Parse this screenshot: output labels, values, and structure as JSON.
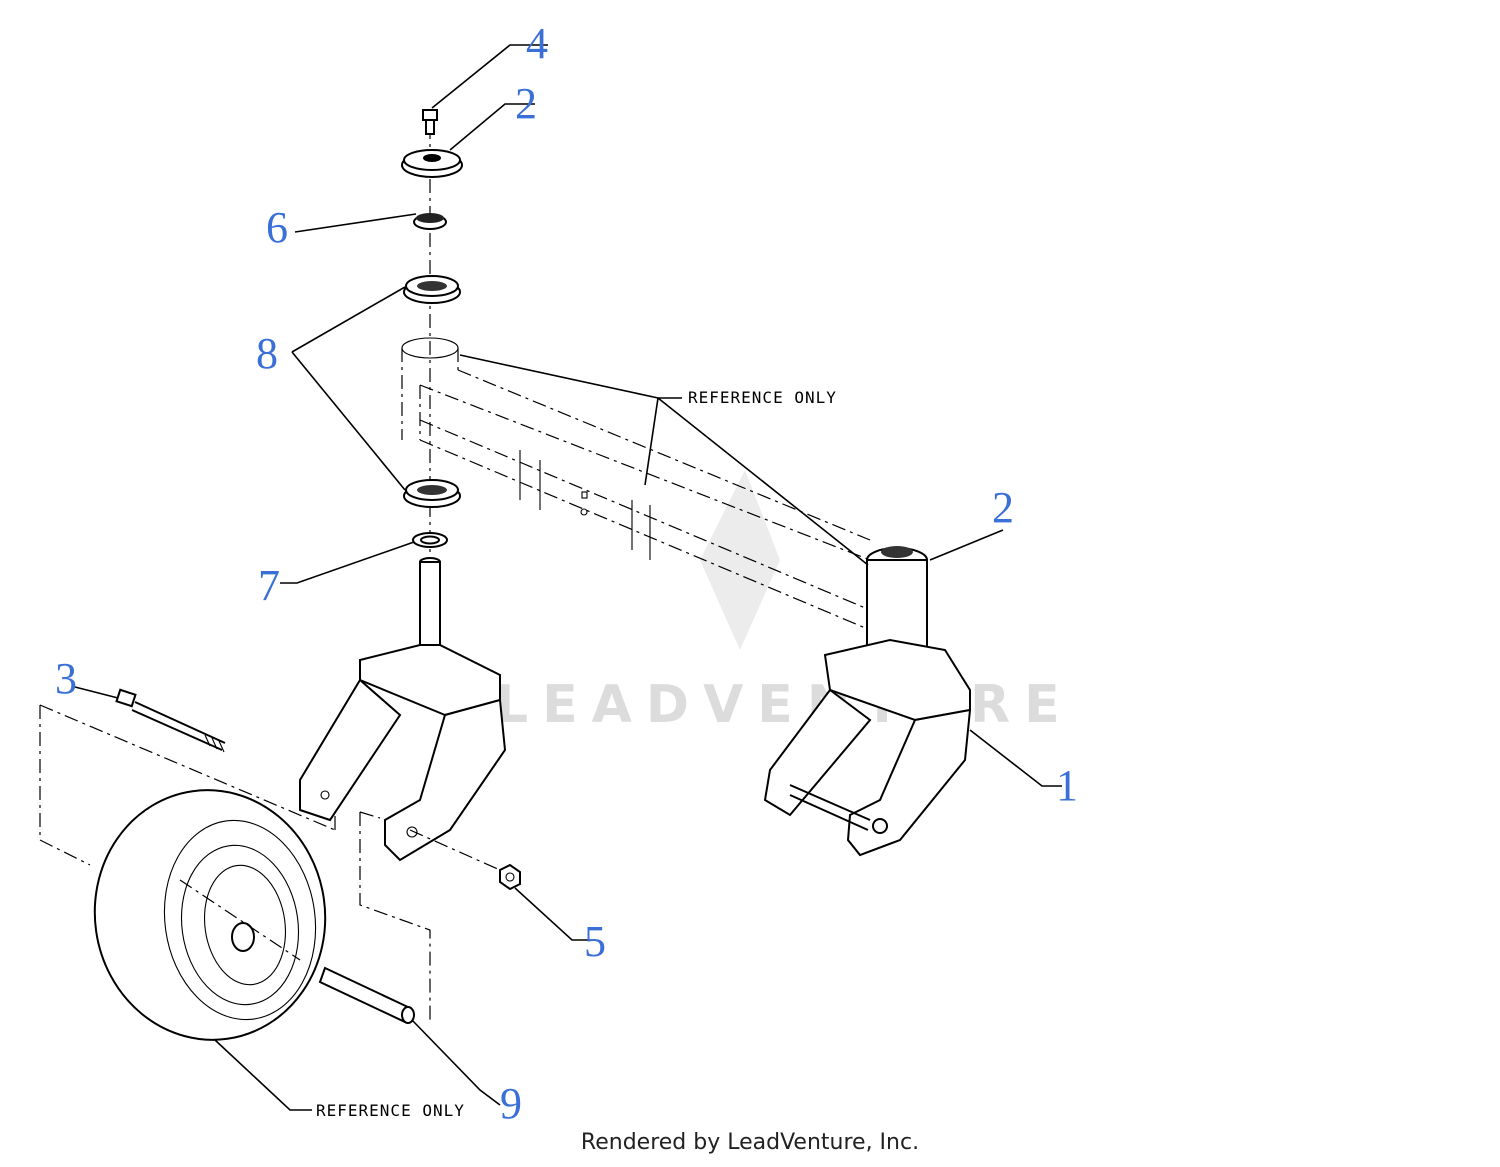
{
  "watermark": "LEADVENTURE",
  "reference_top": "REFERENCE ONLY",
  "reference_bottom": "REFERENCE ONLY",
  "callouts": [
    "4",
    "2",
    "6",
    "8",
    "2",
    "7",
    "3",
    "1",
    "5",
    "9"
  ],
  "footer": "Rendered by LeadVenture, Inc.",
  "colors": {
    "callout": "#3a6fd8",
    "line": "#000000",
    "watermark": "#dcdcdc"
  }
}
